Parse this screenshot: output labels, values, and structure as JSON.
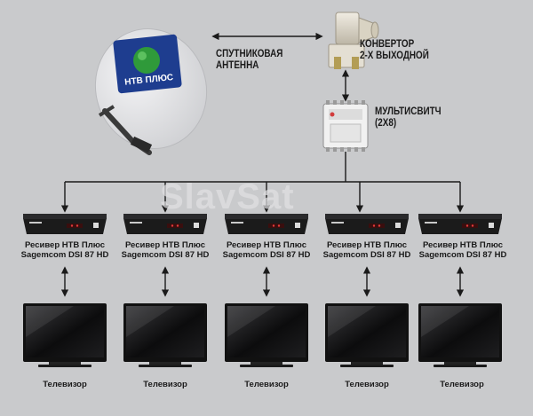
{
  "diagram": {
    "dish": {
      "logo_text": "НТВ ПЛЮС",
      "label_line1": "СПУТНИКОВАЯ",
      "label_line2": "АНТЕННА"
    },
    "converter": {
      "label_line1": "КОНВЕРТОР",
      "label_line2": "2-Х ВЫХОДНОЙ"
    },
    "multiswitch": {
      "label_line1": "МУЛЬТИСВИТЧ",
      "label_line2": "(2X8)"
    },
    "watermark": {
      "brand": "SlavSat"
    },
    "receivers": [
      {
        "line1": "Ресивер НТВ Плюс",
        "line2": "Sagemcom DSI 87 HD"
      },
      {
        "line1": "Ресивер НТВ Плюс",
        "line2": "Sagemcom DSI 87 HD"
      },
      {
        "line1": "Ресивер НТВ Плюс",
        "line2": "Sagemcom DSI 87 HD"
      },
      {
        "line1": "Ресивер НТВ Плюс",
        "line2": "Sagemcom DSI 87 HD"
      },
      {
        "line1": "Ресивер НТВ Плюс",
        "line2": "Sagemcom DSI 87 HD"
      }
    ],
    "televisions": [
      {
        "label": "Телевизор"
      },
      {
        "label": "Телевизор"
      },
      {
        "label": "Телевизор"
      },
      {
        "label": "Телевизор"
      },
      {
        "label": "Телевизор"
      }
    ],
    "colors": {
      "background": "#c9cacc",
      "lines": "#1a1a1a",
      "dish": "#e8e8ea",
      "logo_bg": "#1e3d8f",
      "logo_globe": "#2f9a3a",
      "receiver_body": "#1b1b1b",
      "tv_frame": "#111111"
    }
  }
}
